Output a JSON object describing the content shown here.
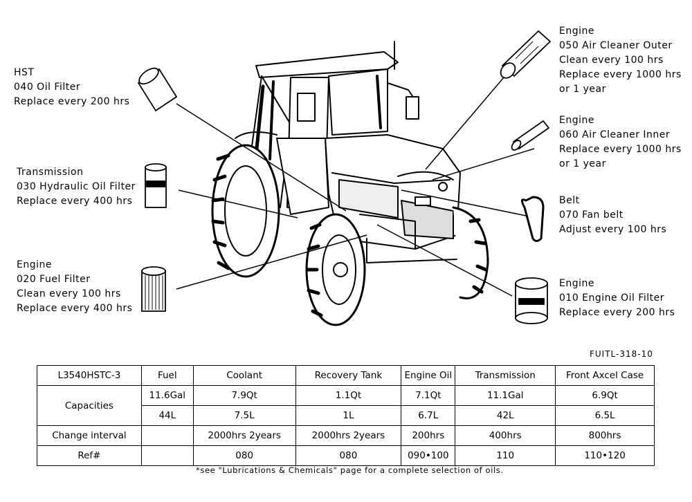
{
  "labels": {
    "hst": {
      "group": "HST",
      "part": "040 Oil Filter",
      "service": "Replace every 200 hrs"
    },
    "transmission": {
      "group": "Transmission",
      "part": "030 Hydraulic Oil Filter",
      "service": "Replace every 400 hrs"
    },
    "fuel": {
      "group": "Engine",
      "part": "020 Fuel Filter",
      "service1": "Clean every 100 hrs",
      "service2": "Replace every 400 hrs"
    },
    "air_outer": {
      "group": "Engine",
      "part": "050 Air Cleaner Outer",
      "service1": "Clean every 100 hrs",
      "service2": "Replace every 1000 hrs",
      "service3": "or 1 year"
    },
    "air_inner": {
      "group": "Engine",
      "part": "060 Air Cleaner Inner",
      "service1": "Replace every 1000 hrs",
      "service2": "or 1 year"
    },
    "belt": {
      "group": "Belt",
      "part": "070 Fan belt",
      "service": "Adjust every 100 hrs"
    },
    "engine_oil": {
      "group": "Engine",
      "part": "010 Engine Oil Filter",
      "service": "Replace every 200 hrs"
    }
  },
  "figure_code": "FUITL-318-10",
  "table": {
    "model": "L3540HSTC-3",
    "headers": [
      "Fuel",
      "Coolant",
      "Recovery Tank",
      "Engine Oil",
      "Transmission",
      "Front Axcel Case"
    ],
    "capacities_label": "Capacities",
    "capacities_us": [
      "11.6Gal",
      "7.9Qt",
      "1.1Qt",
      "7.1Qt",
      "11.1Gal",
      "6.9Qt"
    ],
    "capacities_metric": [
      "44L",
      "7.5L",
      "1L",
      "6.7L",
      "42L",
      "6.5L"
    ],
    "change_label": "Change interval",
    "change": [
      "",
      "2000hrs 2years",
      "2000hrs 2years",
      "200hrs",
      "400hrs",
      "800hrs"
    ],
    "ref_label": "Ref#",
    "ref": [
      "",
      "080",
      "080",
      "090•100",
      "110",
      "110•120"
    ]
  },
  "footnote": "*see \"Lubrications & Chemicals\" page for a complete selection of oils."
}
